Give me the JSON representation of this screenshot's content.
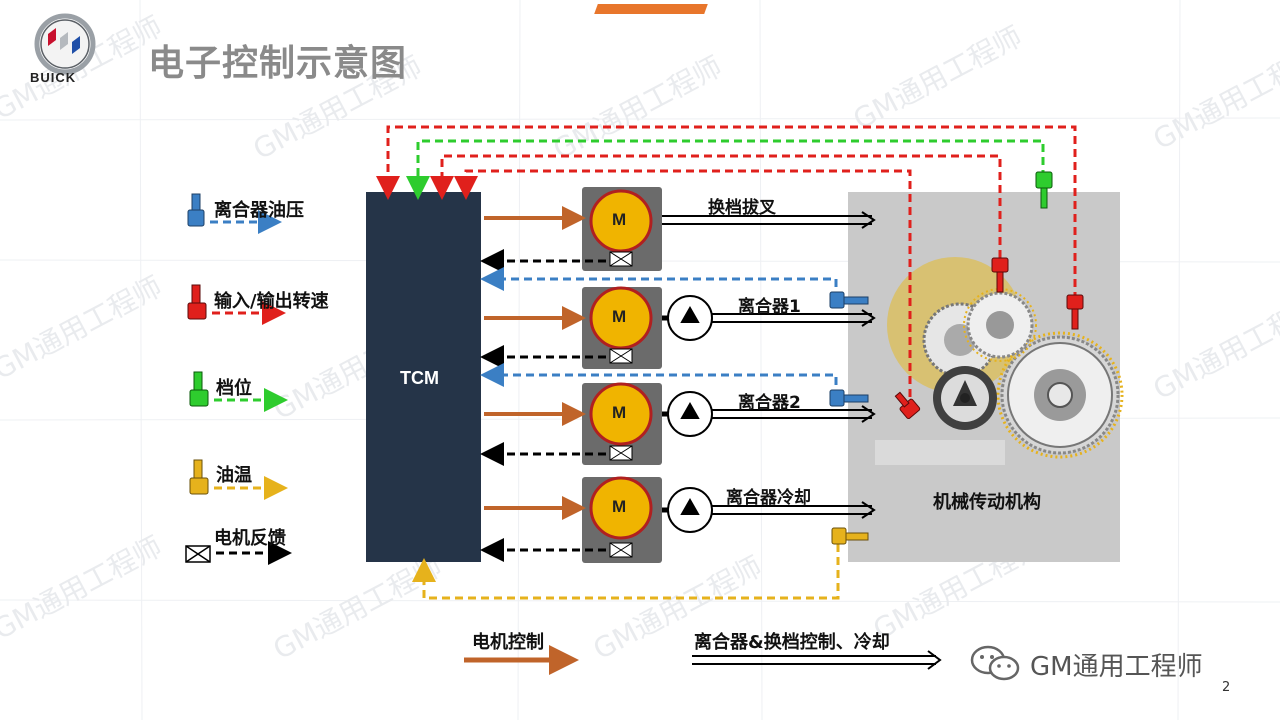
{
  "header": {
    "title": "电子控制示意图",
    "logo_text": "BUICK"
  },
  "legend": {
    "clutch_pressure": "离合器油压",
    "io_speed": "输入/输出转速",
    "gear_position": "档位",
    "oil_temp": "油温",
    "motor_feedback": "电机反馈"
  },
  "tcm": {
    "label": "TCM"
  },
  "motors": {
    "label": "M"
  },
  "outputs": {
    "shift_fork": "换档拔叉",
    "clutch1": "离合器1",
    "clutch2": "离合器2",
    "clutch_cooling": "离合器冷却"
  },
  "mechanism": {
    "label": "机械传动机构"
  },
  "bottom_legend": {
    "motor_control": "电机控制",
    "clutch_shift_control": "离合器&换档控制、冷却"
  },
  "footer": {
    "brand": "GM通用工程师",
    "page": "2"
  },
  "watermark": "GM通用工程师",
  "colors": {
    "pressure": "#3b7fc4",
    "speed": "#e0201c",
    "gear": "#2ecc2e",
    "temp": "#e6b21c",
    "feedback": "#000000",
    "motor_control": "#c0642a",
    "tcm": "#253448",
    "accent": "#e8762b"
  },
  "icons": [
    "buick-logo",
    "motor-icon",
    "pump-icon",
    "feedback-icon",
    "sensor-icon",
    "gear-icon",
    "wechat-icon"
  ]
}
